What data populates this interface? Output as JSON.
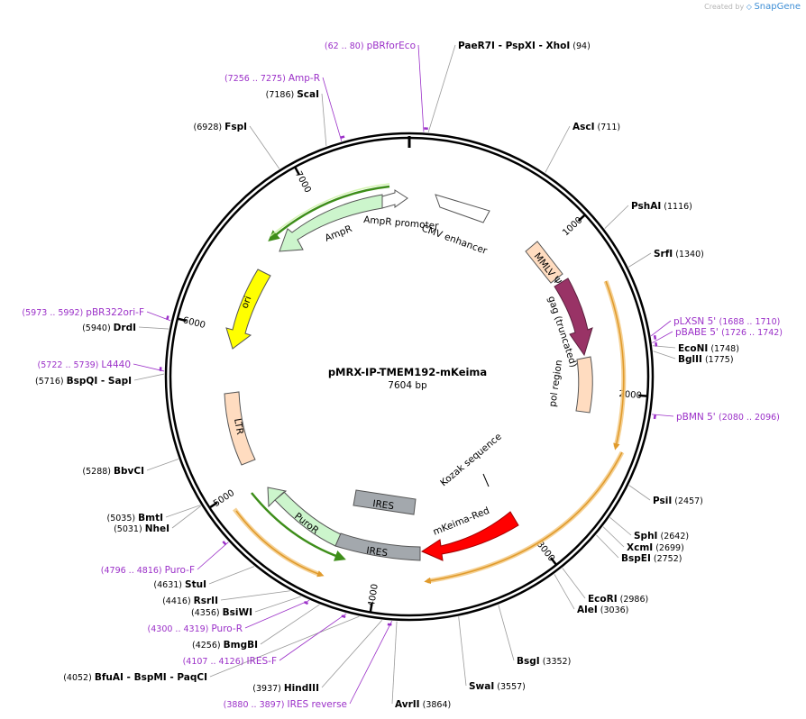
{
  "credit": {
    "prefix": "Created by",
    "brand": "SnapGene",
    "icon": "snapgene-logo-icon"
  },
  "plasmid": {
    "name": "pMRX-IP-TMEM192-mKeima",
    "size": "7604 bp",
    "length": 7604
  },
  "ticks": [
    {
      "label": "1000",
      "bp": 1000
    },
    {
      "label": "2000",
      "bp": 2000
    },
    {
      "label": "3000",
      "bp": 3000
    },
    {
      "label": "4000",
      "bp": 4000
    },
    {
      "label": "5000",
      "bp": 5000
    },
    {
      "label": "6000",
      "bp": 6000
    },
    {
      "label": "7000",
      "bp": 7000
    }
  ],
  "enzymes": [
    {
      "id": "paer7i",
      "name": "PaeR7I",
      "extra": [
        "PspXI",
        "XhoI"
      ],
      "pos": "(94)",
      "bp": 94
    },
    {
      "id": "asci",
      "name": "AscI",
      "pos": "(711)",
      "bp": 711
    },
    {
      "id": "pshai",
      "name": "PshAI",
      "pos": "(1116)",
      "bp": 1116
    },
    {
      "id": "srfi",
      "name": "SrfI",
      "pos": "(1340)",
      "bp": 1340
    },
    {
      "id": "econi",
      "name": "EcoNI",
      "pos": "(1748)",
      "bp": 1748
    },
    {
      "id": "bglii",
      "name": "BglII",
      "pos": "(1775)",
      "bp": 1775
    },
    {
      "id": "psii",
      "name": "PsiI",
      "pos": "(2457)",
      "bp": 2457
    },
    {
      "id": "sphi",
      "name": "SphI",
      "pos": "(2642)",
      "bp": 2642
    },
    {
      "id": "xcmi",
      "name": "XcmI",
      "pos": "(2699)",
      "bp": 2699
    },
    {
      "id": "bspei",
      "name": "BspEI",
      "pos": "(2752)",
      "bp": 2752
    },
    {
      "id": "ecori",
      "name": "EcoRI",
      "pos": "(2986)",
      "bp": 2986
    },
    {
      "id": "alei",
      "name": "AleI",
      "pos": "(3036)",
      "bp": 3036
    },
    {
      "id": "bsgi",
      "name": "BsgI",
      "pos": "(3352)",
      "bp": 3352
    },
    {
      "id": "swai",
      "name": "SwaI",
      "pos": "(3557)",
      "bp": 3557
    },
    {
      "id": "avrii",
      "name": "AvrII",
      "pos": "(3864)",
      "bp": 3864
    },
    {
      "id": "hindiii",
      "name": "HindIII",
      "pos": "(3937)",
      "bp": 3937
    },
    {
      "id": "bfuai",
      "name": "BfuAI",
      "extra": [
        "BspMI",
        "PaqCI"
      ],
      "pos": "(4052)",
      "bp": 4052
    },
    {
      "id": "bmgbi",
      "name": "BmgBI",
      "pos": "(4256)",
      "bp": 4256
    },
    {
      "id": "bsiwi",
      "name": "BsiWI",
      "pos": "(4356)",
      "bp": 4356
    },
    {
      "id": "rsrii",
      "name": "RsrII",
      "pos": "(4416)",
      "bp": 4416
    },
    {
      "id": "stui",
      "name": "StuI",
      "pos": "(4631)",
      "bp": 4631
    },
    {
      "id": "nhei",
      "name": "NheI",
      "pos": "(5031)",
      "bp": 5031
    },
    {
      "id": "bmti",
      "name": "BmtI",
      "pos": "(5035)",
      "bp": 5035
    },
    {
      "id": "bbvci",
      "name": "BbvCI",
      "pos": "(5288)",
      "bp": 5288
    },
    {
      "id": "bspqi",
      "name": "BspQI",
      "extra": [
        "SapI"
      ],
      "pos": "(5716)",
      "bp": 5716
    },
    {
      "id": "drdi",
      "name": "DrdI",
      "pos": "(5940)",
      "bp": 5940
    },
    {
      "id": "fspi",
      "name": "FspI",
      "pos": "(6928)",
      "bp": 6928
    },
    {
      "id": "scai",
      "name": "ScaI",
      "pos": "(7186)",
      "bp": 7186
    }
  ],
  "primers": [
    {
      "id": "pbrforeco",
      "name": "pBRforEco",
      "range": "(62 .. 80)",
      "bp": 71
    },
    {
      "id": "amp-r",
      "name": "Amp-R",
      "range": "(7256 .. 7275)",
      "bp": 7265
    },
    {
      "id": "plxsn5",
      "name": "pLXSN 5'",
      "range": "(1688 .. 1710)",
      "bp": 1699
    },
    {
      "id": "pbabe5",
      "name": "pBABE 5'",
      "range": "(1726 .. 1742)",
      "bp": 1734
    },
    {
      "id": "pbmn5",
      "name": "pBMN 5'",
      "range": "(2080 .. 2096)",
      "bp": 2088
    },
    {
      "id": "pbr322ori-f",
      "name": "pBR322ori-F",
      "range": "(5973 .. 5992)",
      "bp": 5982
    },
    {
      "id": "l4440",
      "name": "L4440",
      "range": "(5722 .. 5739)",
      "bp": 5730
    },
    {
      "id": "puro-f",
      "name": "Puro-F",
      "range": "(4796 .. 4816)",
      "bp": 4806
    },
    {
      "id": "puro-r",
      "name": "Puro-R",
      "range": "(4300 .. 4319)",
      "bp": 4310
    },
    {
      "id": "ires-f",
      "name": "IRES-F",
      "range": "(4107 .. 4126)",
      "bp": 4116
    },
    {
      "id": "ires-reverse",
      "name": "IRES reverse",
      "range": "(3880 .. 3897)",
      "bp": 3888
    }
  ],
  "features": [
    {
      "id": "cmv-enhancer",
      "label": "CMV enhancer",
      "color": "#ffffff"
    },
    {
      "id": "ampr-promoter",
      "label": "AmpR promoter",
      "color": "#ffffff"
    },
    {
      "id": "ampr",
      "label": "AmpR",
      "color": "#ccf5cc"
    },
    {
      "id": "ori",
      "label": "ori",
      "color": "#ffff00"
    },
    {
      "id": "ltr",
      "label": "LTR",
      "color": "#ffdcc0"
    },
    {
      "id": "puror",
      "label": "PuroR",
      "color": "#ccf5cc"
    },
    {
      "id": "ires-1",
      "label": "IRES",
      "color": "#a3a8ad"
    },
    {
      "id": "ires-2",
      "label": "IRES",
      "color": "#a3a8ad"
    },
    {
      "id": "mkeima-red",
      "label": "mKeima-Red",
      "color": "#ff0000"
    },
    {
      "id": "kozak",
      "label": "Kozak sequence",
      "color": "#000000"
    },
    {
      "id": "mmlv-psi",
      "label": "MMLV Ψ",
      "color": "#ffdcc0"
    },
    {
      "id": "gag",
      "label": "gag (truncated)",
      "color": "#993366"
    },
    {
      "id": "pol",
      "label": "pol region",
      "color": "#ffdcc0"
    }
  ],
  "colors": {
    "primer": "#9b30c8",
    "orf_outline": "#f3c57a",
    "orf_inner": "#e09a2b",
    "ampr_orf": "#3e8e1a"
  }
}
